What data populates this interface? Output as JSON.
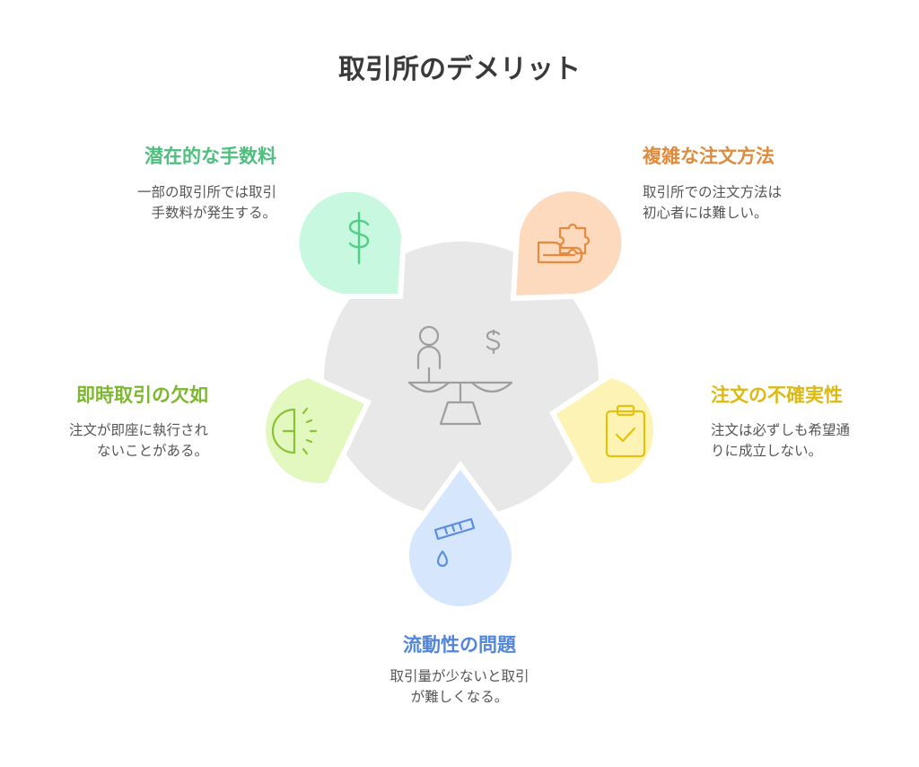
{
  "title": "取引所のデメリット",
  "colors": {
    "center_disc": "#e8e8e8",
    "center_icon": "#9e9e9e",
    "green_fill": "#c8f8df",
    "green_stroke": "#4fcf86",
    "green_text": "#4ebf7e",
    "orange_fill": "#fdd9bd",
    "orange_stroke": "#e38b3e",
    "orange_text": "#e08a3c",
    "yellow_fill": "#fdf3b4",
    "yellow_stroke": "#e2c20f",
    "yellow_text": "#dcb914",
    "blue_fill": "#d6e6fc",
    "blue_stroke": "#5d8fe0",
    "blue_text": "#5286da",
    "lime_fill": "#e3f8bf",
    "lime_stroke": "#8bc234",
    "lime_text": "#7cb82c"
  },
  "center": {
    "icon": "person-balance-dollar-icon"
  },
  "items": [
    {
      "icon": "dollar-icon",
      "heading": "潜在的な手数料",
      "description": [
        "一部の取引所では取引",
        "手数料が発生する。"
      ]
    },
    {
      "icon": "puzzle-hand-icon",
      "heading": "複雑な注文方法",
      "description": [
        "取引所での注文方法は",
        "初心者には難しい。"
      ]
    },
    {
      "icon": "clipboard-check-icon",
      "heading": "注文の不確実性",
      "description": [
        "注文は必ずしも希望通",
        "りに成立しない。"
      ]
    },
    {
      "icon": "test-tube-icon",
      "heading": "流動性の問題",
      "description": [
        "取引量が少ないと取引",
        "が難しくなる。"
      ]
    },
    {
      "icon": "half-clock-icon",
      "heading": "即時取引の欠如",
      "description": [
        "注文が即座に執行され",
        "ないことがある。"
      ]
    }
  ]
}
